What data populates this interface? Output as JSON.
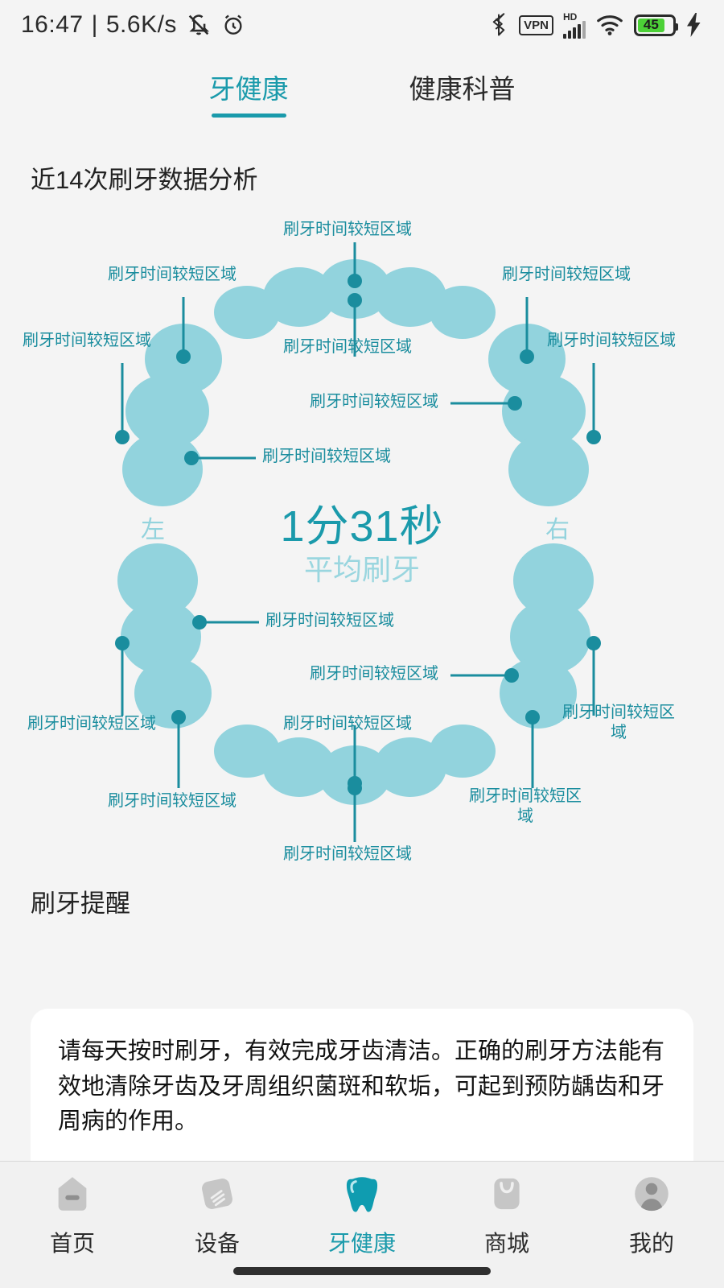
{
  "status_bar": {
    "time": "16:47",
    "separator": "|",
    "net_speed": "5.6K/s",
    "icons_left": [
      "mute-icon",
      "alarm-icon"
    ],
    "icons_right": [
      "bluetooth-icon",
      "vpn-icon",
      "hd-signal-icon",
      "wifi-icon",
      "battery-icon",
      "charging-icon"
    ],
    "vpn_label": "VPN",
    "hd_label": "HD",
    "battery_level": "45",
    "battery_color": "#4cd137"
  },
  "tabs": [
    {
      "label": "牙健康",
      "active": true
    },
    {
      "label": "健康科普",
      "active": false
    }
  ],
  "section": {
    "title": "近14次刷牙数据分析"
  },
  "chart_data": {
    "type": "diagram",
    "title": "近14次刷牙数据分析",
    "center_value": "1分31秒",
    "center_caption": "平均刷牙",
    "side_labels": {
      "left": "左",
      "right": "右"
    },
    "accent_color": "#1a8d9e",
    "tooth_color": "#92d3dd",
    "annotation_text": "刷牙时间较短区域",
    "annotations": [
      {
        "id": "top-center-upper",
        "text": "刷牙时间较短区域"
      },
      {
        "id": "top-center-lower",
        "text": "刷牙时间较短区域"
      },
      {
        "id": "upper-left-outer",
        "text": "刷牙时间较短区域"
      },
      {
        "id": "upper-left-far",
        "text": "刷牙时间较短区域"
      },
      {
        "id": "upper-left-inner",
        "text": "刷牙时间较短区域"
      },
      {
        "id": "upper-right-outer",
        "text": "刷牙时间较短区域"
      },
      {
        "id": "upper-right-far",
        "text": "刷牙时间较短区域"
      },
      {
        "id": "upper-right-inner",
        "text": "刷牙时间较短区域"
      },
      {
        "id": "lower-left-inner",
        "text": "刷牙时间较短区域"
      },
      {
        "id": "lower-left-far",
        "text": "刷牙时间较短区域"
      },
      {
        "id": "lower-left-bottom",
        "text": "刷牙时间较短区域"
      },
      {
        "id": "lower-right-inner",
        "text": "刷牙时间较短区域"
      },
      {
        "id": "lower-right-far",
        "text": "刷牙时间较短区域"
      },
      {
        "id": "lower-right-bottom",
        "text": "刷牙时间较短区域"
      },
      {
        "id": "bottom-center-upper",
        "text": "刷牙时间较短区域"
      },
      {
        "id": "bottom-center-lower",
        "text": "刷牙时间较短区域"
      }
    ]
  },
  "reminder": {
    "title": "刷牙提醒",
    "body": "请每天按时刷牙，有效完成牙齿清洁。正确的刷牙方法能有效地清除牙齿及牙周组织菌斑和软垢，可起到预防龋齿和牙周病的作用。"
  },
  "bottom_nav": [
    {
      "label": "首页",
      "icon": "home-icon",
      "active": false
    },
    {
      "label": "设备",
      "icon": "device-icon",
      "active": false
    },
    {
      "label": "牙健康",
      "icon": "tooth-icon",
      "active": true
    },
    {
      "label": "商城",
      "icon": "shop-icon",
      "active": false
    },
    {
      "label": "我的",
      "icon": "profile-icon",
      "active": false
    }
  ]
}
